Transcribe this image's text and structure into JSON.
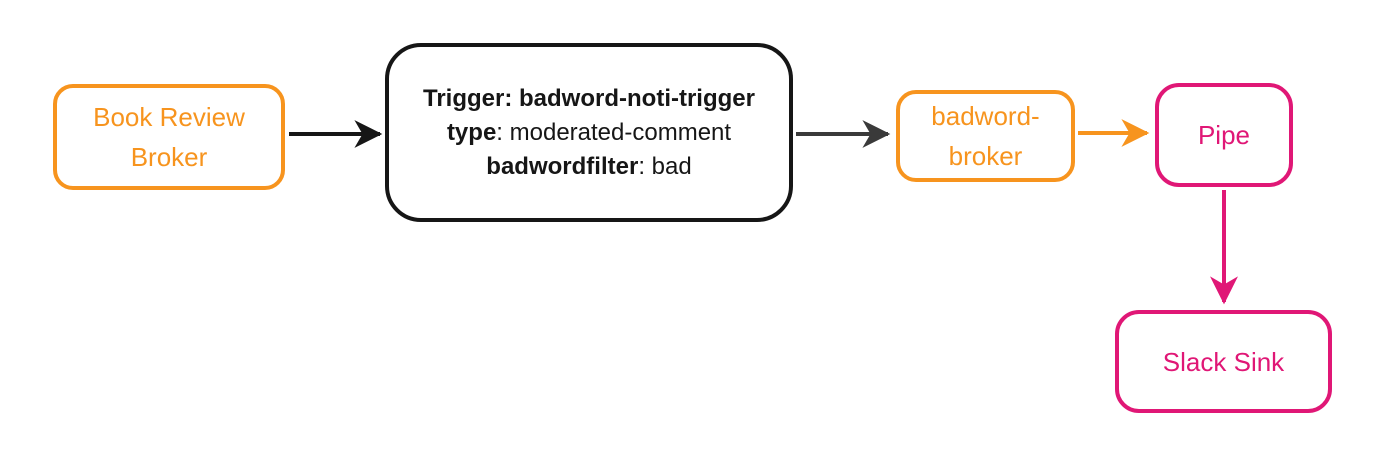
{
  "colors": {
    "orange": "#F7941E",
    "pink": "#E01776",
    "black": "#161616",
    "dark_gray": "#3A3A3A",
    "background": "#FFFFFF"
  },
  "diagram": {
    "nodes": {
      "book_review_broker": {
        "lines": [
          "Book Review",
          "Broker"
        ],
        "color": "orange"
      },
      "trigger_filter": {
        "lines": [
          {
            "bold": "Trigger: badword-noti-trigger",
            "regular": ""
          },
          {
            "bold": "type",
            "regular": ": moderated-comment"
          },
          {
            "bold": "badwordfilter",
            "regular": ": bad"
          }
        ],
        "color": "black"
      },
      "badword_broker": {
        "lines": [
          "badword-",
          "broker"
        ],
        "color": "orange"
      },
      "pipe": {
        "label": "Pipe",
        "color": "pink"
      },
      "slack_sink": {
        "label": "Slack Sink",
        "color": "pink"
      }
    },
    "edges": [
      {
        "from": "book-review-broker",
        "to": "trigger-filter",
        "color": "black",
        "direction": "right"
      },
      {
        "from": "trigger-filter",
        "to": "badword-broker",
        "color": "dark_gray",
        "direction": "right"
      },
      {
        "from": "badword-broker",
        "to": "pipe",
        "color": "orange",
        "direction": "right"
      },
      {
        "from": "pipe",
        "to": "slack-sink",
        "color": "pink",
        "direction": "down"
      }
    ]
  }
}
